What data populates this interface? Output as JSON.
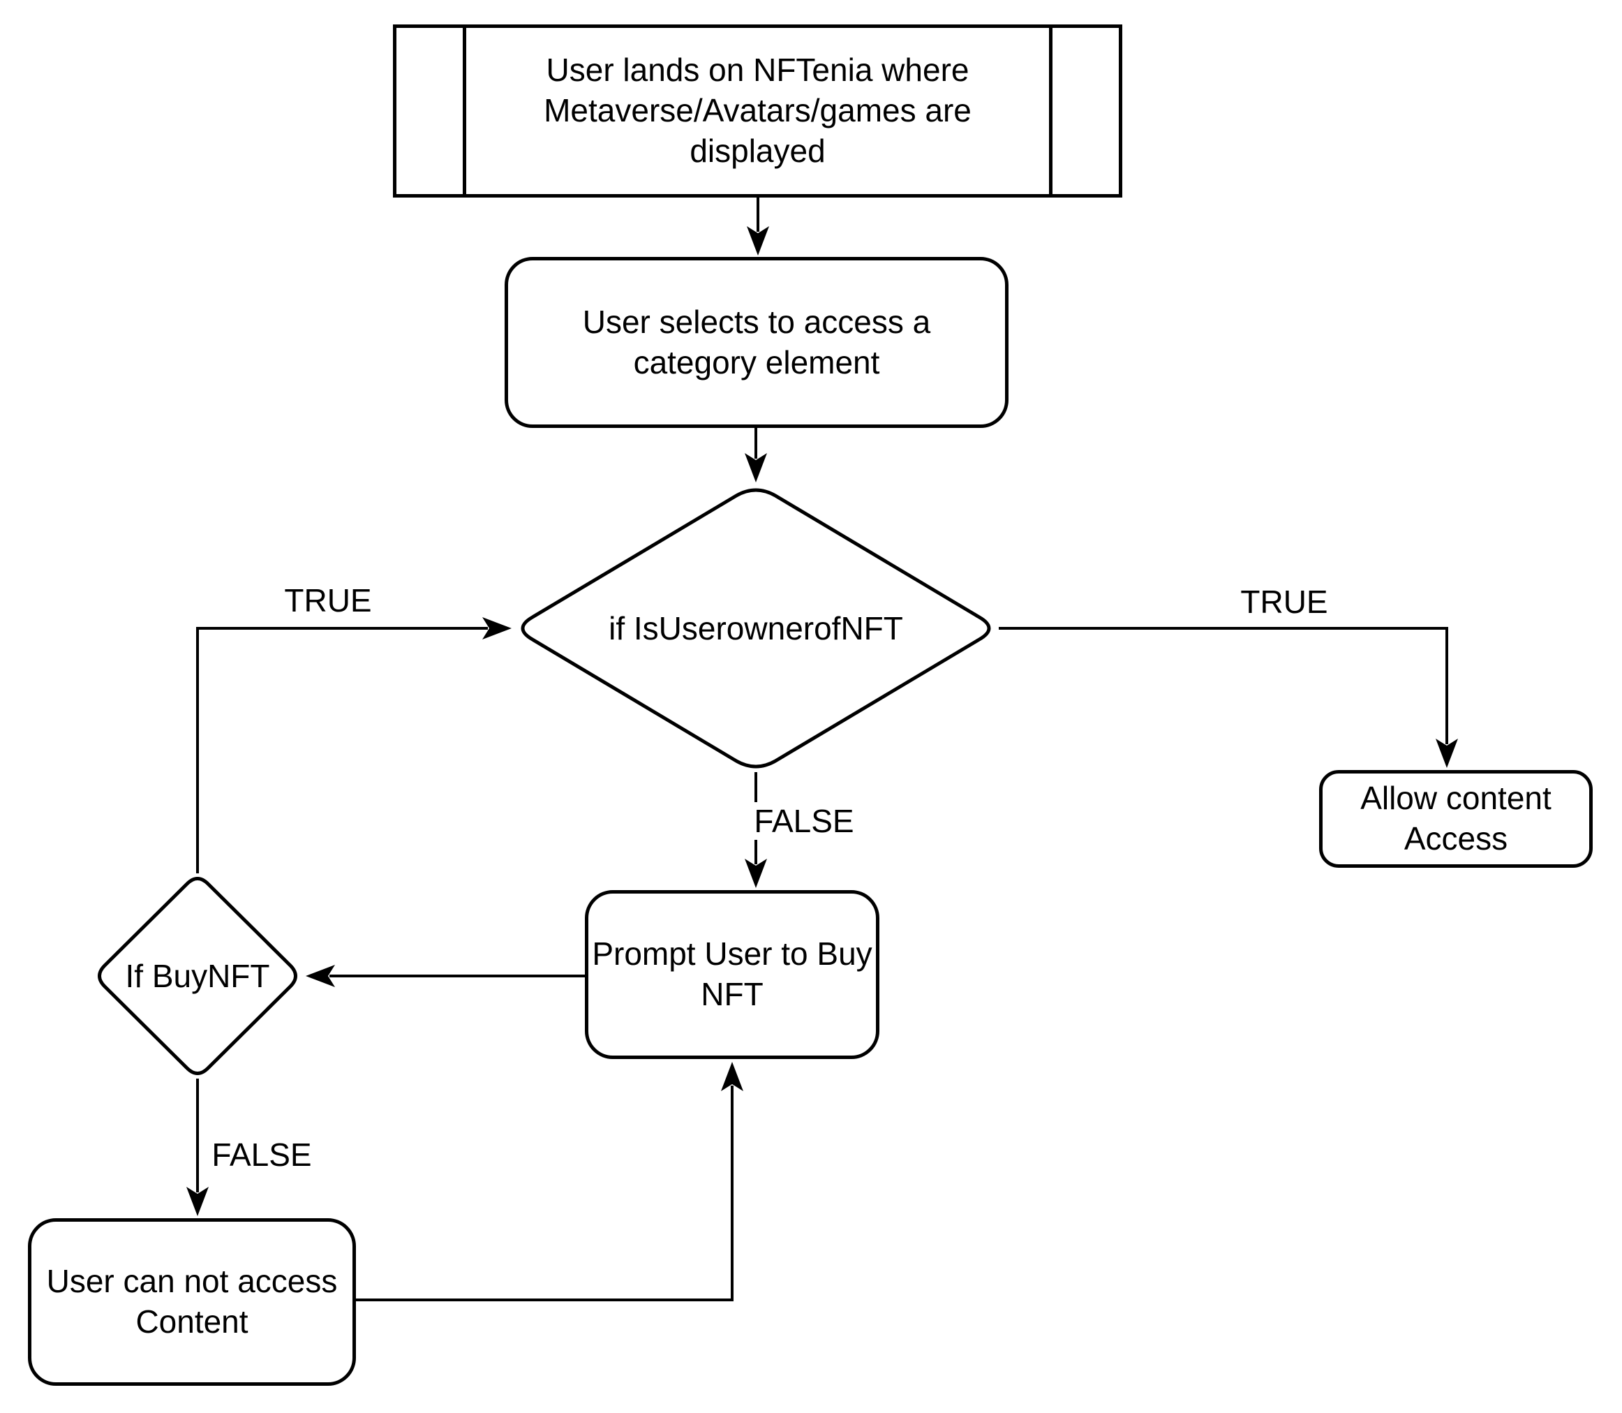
{
  "diagram": {
    "type": "flowchart",
    "background": "#ffffff",
    "stroke_color": "#000000",
    "nodes": {
      "landing": {
        "shape": "predefined-process",
        "text": "User lands on NFTenia where\nMetaverse/Avatars/games are\ndisplayed"
      },
      "select": {
        "shape": "rounded-rectangle",
        "text": "User selects to access a\ncategory element"
      },
      "owner_check": {
        "shape": "decision-diamond",
        "text": "if IsUserownerofNFT"
      },
      "allow": {
        "shape": "rounded-rectangle",
        "text": "Allow content\nAccess"
      },
      "prompt": {
        "shape": "rounded-rectangle",
        "text": "Prompt User to Buy\nNFT"
      },
      "buy_check": {
        "shape": "decision-diamond",
        "text": "If BuyNFT"
      },
      "no_access": {
        "shape": "rounded-rectangle",
        "text": "User can not access\nContent"
      }
    },
    "labels": {
      "buy_true": "TRUE",
      "owner_true": "TRUE",
      "owner_false": "FALSE",
      "buy_false": "FALSE"
    },
    "edges": [
      {
        "from": "landing",
        "to": "select",
        "label": ""
      },
      {
        "from": "select",
        "to": "owner_check",
        "label": ""
      },
      {
        "from": "owner_check",
        "to": "allow",
        "label": "TRUE"
      },
      {
        "from": "owner_check",
        "to": "prompt",
        "label": "FALSE"
      },
      {
        "from": "prompt",
        "to": "buy_check",
        "label": ""
      },
      {
        "from": "buy_check",
        "to": "owner_check",
        "label": "TRUE"
      },
      {
        "from": "buy_check",
        "to": "no_access",
        "label": "FALSE"
      },
      {
        "from": "no_access",
        "to": "prompt",
        "label": ""
      }
    ]
  }
}
